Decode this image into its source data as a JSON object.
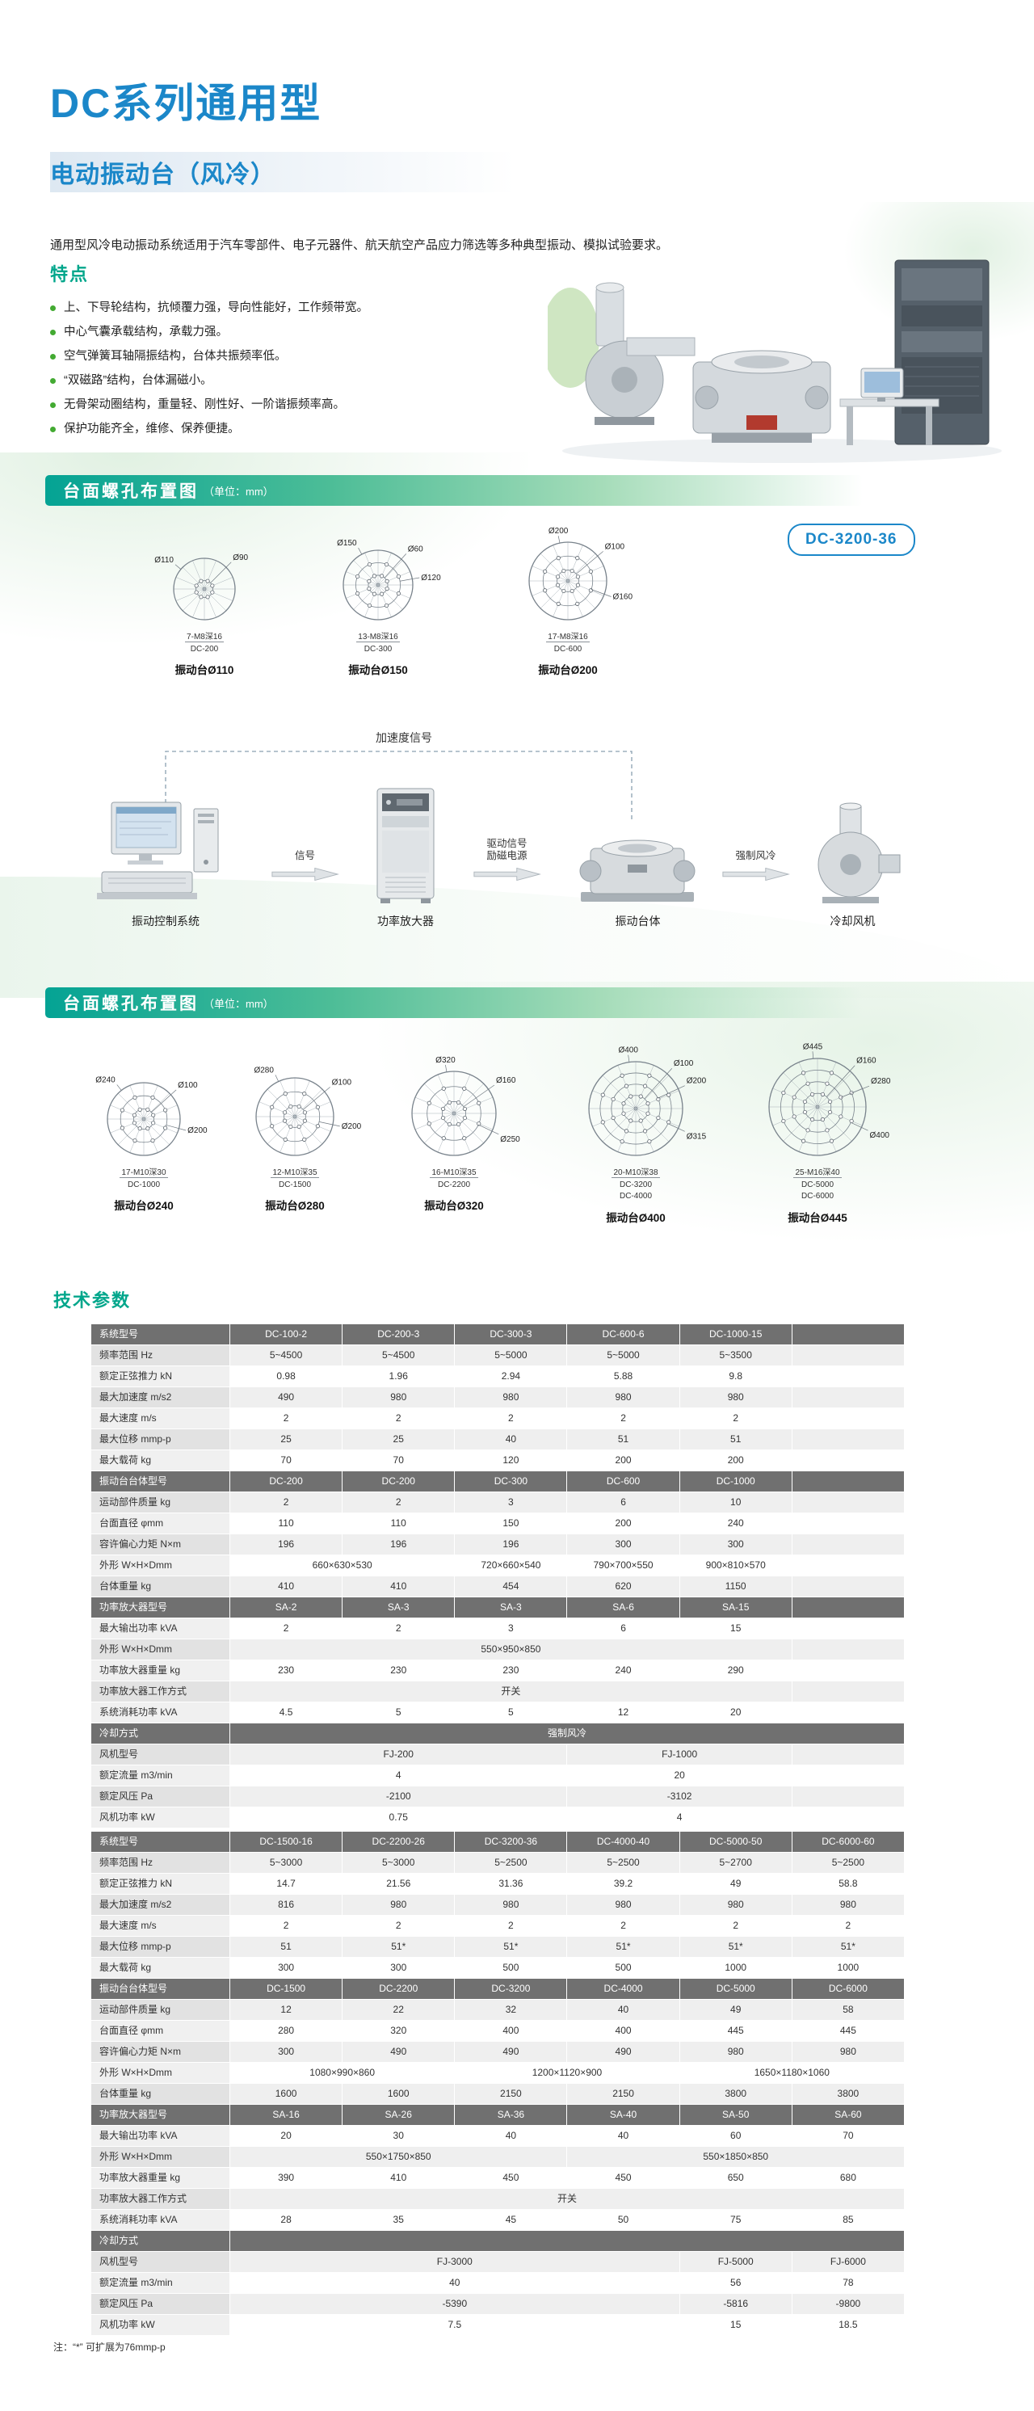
{
  "page": {
    "title": "DC系列通用型",
    "subtitle": "电动振动台（风冷）",
    "intro": "通用型风冷电动振动系统适用于汽车零部件、电子元器件、航天航空产品应力筛选等多种典型振动、模拟试验要求。",
    "badge": "DC-3200-36",
    "note": "注：“*” 可扩展为76mmp-p",
    "accent_blue": "#1b87c9",
    "accent_teal": "#00a68b",
    "accent_green": "#43aa32"
  },
  "features": {
    "heading": "特点",
    "items": [
      "上、下导轮结构，抗倾覆力强，导向性能好，工作频带宽。",
      "中心气囊承载结构，承载力强。",
      "空气弹簧耳轴隔振结构，台体共振频率低。",
      "“双磁路”结构，台体漏磁小。",
      "无骨架动圈结构，重量轻、刚性好、一阶谐振频率高。",
      "保护功能齐全，维修、保养便捷。"
    ]
  },
  "sections": [
    {
      "heading": "台面螺孔布置图",
      "unit": "（单位：mm）",
      "dials": [
        {
          "title": "振动台Ø110",
          "R": 38,
          "H": 150,
          "rings": 2,
          "labels": [
            {
              "t": "Ø110",
              "a": 140,
              "r": 0
            },
            {
              "t": "Ø90",
              "a": 45,
              "r": 1
            }
          ],
          "spec": [
            "7-M8深16",
            "DC-200"
          ]
        },
        {
          "title": "振动台Ø150",
          "R": 43,
          "H": 150,
          "rings": 3,
          "labels": [
            {
              "t": "Ø150",
              "a": 118,
              "r": 0
            },
            {
              "t": "Ø60",
              "a": 48,
              "r": 2
            },
            {
              "t": "Ø120",
              "a": 10,
              "r": 1
            }
          ],
          "spec": [
            "13-M8深16",
            "DC-300"
          ]
        },
        {
          "title": "振动台Ø200",
          "R": 48,
          "H": 150,
          "rings": 3,
          "labels": [
            {
              "t": "Ø200",
              "a": 102,
              "r": 0
            },
            {
              "t": "Ø100",
              "a": 40,
              "r": 2
            },
            {
              "t": "Ø160",
              "a": -20,
              "r": 1
            }
          ],
          "spec": [
            "17-M8深16",
            "DC-600"
          ]
        }
      ]
    },
    {
      "heading": "台面螺孔布置图",
      "unit": "（单位：mm）",
      "dials": [
        {
          "title": "振动台Ø240",
          "R": 45,
          "H": 170,
          "rings": 3,
          "labels": [
            {
              "t": "Ø240",
              "a": 128,
              "r": 0
            },
            {
              "t": "Ø100",
              "a": 42,
              "r": 2
            },
            {
              "t": "Ø200",
              "a": -15,
              "r": 1
            }
          ],
          "spec": [
            "17-M10深30",
            "DC-1000"
          ]
        },
        {
          "title": "振动台Ø280",
          "R": 48,
          "H": 170,
          "rings": 3,
          "labels": [
            {
              "t": "Ø280",
              "a": 115,
              "r": 0
            },
            {
              "t": "Ø100",
              "a": 40,
              "r": 2
            },
            {
              "t": "Ø200",
              "a": -12,
              "r": 1
            }
          ],
          "spec": [
            "12-M10深35",
            "DC-1500"
          ]
        },
        {
          "title": "振动台Ø320",
          "R": 52,
          "H": 170,
          "rings": 3,
          "labels": [
            {
              "t": "Ø320",
              "a": 100,
              "r": 0
            },
            {
              "t": "Ø160",
              "a": 35,
              "r": 2
            },
            {
              "t": "Ø250",
              "a": -25,
              "r": 1
            }
          ],
          "spec": [
            "16-M10深35",
            "DC-2200"
          ]
        },
        {
          "title": "振动台Ø400",
          "R": 58,
          "H": 170,
          "rings": 4,
          "labels": [
            {
              "t": "Ø400",
              "a": 98,
              "r": 0
            },
            {
              "t": "Ø100",
              "a": 48,
              "r": 3
            },
            {
              "t": "Ø200",
              "a": 25,
              "r": 2
            },
            {
              "t": "Ø315",
              "a": -25,
              "r": 1
            }
          ],
          "spec": [
            "20-M10深38",
            "DC-3200",
            "DC-4000"
          ]
        },
        {
          "title": "振动台Ø445",
          "R": 60,
          "H": 170,
          "rings": 4,
          "labels": [
            {
              "t": "Ø445",
              "a": 95,
              "r": 0
            },
            {
              "t": "Ø160",
              "a": 48,
              "r": 3
            },
            {
              "t": "Ø280",
              "a": 22,
              "r": 2
            },
            {
              "t": "Ø400",
              "a": -25,
              "r": 1
            }
          ],
          "spec": [
            "25-M16深40",
            "DC-5000",
            "DC-6000"
          ]
        }
      ]
    }
  ],
  "flow": {
    "top_label": "加速度信号",
    "nodes": [
      "振动控制系统",
      "功率放大器",
      "振动台体",
      "冷却风机"
    ],
    "arrows": [
      {
        "l1": "信号"
      },
      {
        "l1": "驱动信号",
        "l2": "励磁电源"
      },
      {
        "l1": "强制风冷"
      }
    ]
  },
  "tech": {
    "heading": "技术参数",
    "tables": [
      {
        "rows": [
          {
            "k": "h",
            "label": "系统型号",
            "cells": [
              "DC-100-2",
              "DC-200-3",
              "DC-300-3",
              "DC-600-6",
              "DC-1000-15",
              ""
            ]
          },
          {
            "k": "d",
            "label": "频率范围 Hz",
            "cells": [
              "5~4500",
              "5~4500",
              "5~5000",
              "5~5000",
              "5~3500",
              ""
            ]
          },
          {
            "k": "d",
            "label": "额定正弦推力 kN",
            "cells": [
              "0.98",
              "1.96",
              "2.94",
              "5.88",
              "9.8",
              ""
            ]
          },
          {
            "k": "d",
            "label": "最大加速度 m/s2",
            "cells": [
              "490",
              "980",
              "980",
              "980",
              "980",
              ""
            ]
          },
          {
            "k": "d",
            "label": "最大速度 m/s",
            "cells": [
              "2",
              "2",
              "2",
              "2",
              "2",
              ""
            ]
          },
          {
            "k": "d",
            "label": "最大位移 mmp-p",
            "cells": [
              "25",
              "25",
              "40",
              "51",
              "51",
              ""
            ]
          },
          {
            "k": "d",
            "label": "最大载荷 kg",
            "cells": [
              "70",
              "70",
              "120",
              "200",
              "200",
              ""
            ]
          },
          {
            "k": "s",
            "label": "振动台台体型号",
            "cells": [
              "DC-200",
              "DC-200",
              "DC-300",
              "DC-600",
              "DC-1000",
              ""
            ]
          },
          {
            "k": "d",
            "label": "运动部件质量 kg",
            "cells": [
              "2",
              "2",
              "3",
              "6",
              "10",
              ""
            ]
          },
          {
            "k": "d",
            "label": "台面直径 φmm",
            "cells": [
              "110",
              "110",
              "150",
              "200",
              "240",
              ""
            ]
          },
          {
            "k": "d",
            "label": "容许偏心力矩 N×m",
            "cells": [
              "196",
              "196",
              "196",
              "300",
              "300",
              ""
            ]
          },
          {
            "k": "d",
            "label": "外形 W×H×Dmm",
            "cells": [
              {
                "t": "660×630×530",
                "s": 2
              },
              "720×660×540",
              "790×700×550",
              "900×810×570",
              ""
            ]
          },
          {
            "k": "d",
            "label": "台体重量 kg",
            "cells": [
              "410",
              "410",
              "454",
              "620",
              "1150",
              ""
            ]
          },
          {
            "k": "s",
            "label": "功率放大器型号",
            "cells": [
              "SA-2",
              "SA-3",
              "SA-3",
              "SA-6",
              "SA-15",
              ""
            ]
          },
          {
            "k": "d",
            "label": "最大输出功率 kVA",
            "cells": [
              "2",
              "2",
              "3",
              "6",
              "15",
              ""
            ]
          },
          {
            "k": "d",
            "label": "外形 W×H×Dmm",
            "cells": [
              {
                "t": "550×950×850",
                "s": 5
              },
              ""
            ]
          },
          {
            "k": "d",
            "label": "功率放大器重量 kg",
            "cells": [
              "230",
              "230",
              "230",
              "240",
              "290",
              ""
            ]
          },
          {
            "k": "d",
            "label": "功率放大器工作方式",
            "cells": [
              {
                "t": "开关",
                "s": 5
              },
              ""
            ]
          },
          {
            "k": "d",
            "label": "系统消耗功率 kVA",
            "cells": [
              "4.5",
              "5",
              "5",
              "12",
              "20",
              ""
            ]
          },
          {
            "k": "s",
            "label": "冷却方式",
            "cells": [
              {
                "t": "强制风冷",
                "s": 6
              }
            ]
          },
          {
            "k": "d",
            "label": "风机型号",
            "cells": [
              {
                "t": "FJ-200",
                "s": 3
              },
              {
                "t": "FJ-1000",
                "s": 2
              },
              ""
            ]
          },
          {
            "k": "d",
            "label": "额定流量 m3/min",
            "cells": [
              {
                "t": "4",
                "s": 3
              },
              {
                "t": "20",
                "s": 2
              },
              ""
            ]
          },
          {
            "k": "d",
            "label": "额定风压 Pa",
            "cells": [
              {
                "t": "-2100",
                "s": 3
              },
              {
                "t": "-3102",
                "s": 2
              },
              ""
            ]
          },
          {
            "k": "d",
            "label": "风机功率 kW",
            "cells": [
              {
                "t": "0.75",
                "s": 3
              },
              {
                "t": "4",
                "s": 2
              },
              ""
            ]
          }
        ]
      },
      {
        "rows": [
          {
            "k": "h",
            "label": "系统型号",
            "cells": [
              "DC-1500-16",
              "DC-2200-26",
              "DC-3200-36",
              "DC-4000-40",
              "DC-5000-50",
              "DC-6000-60"
            ]
          },
          {
            "k": "d",
            "label": "频率范围 Hz",
            "cells": [
              "5~3000",
              "5~3000",
              "5~2500",
              "5~2500",
              "5~2700",
              "5~2500"
            ]
          },
          {
            "k": "d",
            "label": "额定正弦推力 kN",
            "cells": [
              "14.7",
              "21.56",
              "31.36",
              "39.2",
              "49",
              "58.8"
            ]
          },
          {
            "k": "d",
            "label": "最大加速度 m/s2",
            "cells": [
              "816",
              "980",
              "980",
              "980",
              "980",
              "980"
            ]
          },
          {
            "k": "d",
            "label": "最大速度 m/s",
            "cells": [
              "2",
              "2",
              "2",
              "2",
              "2",
              "2"
            ]
          },
          {
            "k": "d",
            "label": "最大位移 mmp-p",
            "cells": [
              "51",
              "51*",
              "51*",
              "51*",
              "51*",
              "51*"
            ]
          },
          {
            "k": "d",
            "label": "最大载荷 kg",
            "cells": [
              "300",
              "300",
              "500",
              "500",
              "1000",
              "1000"
            ]
          },
          {
            "k": "s",
            "label": "振动台台体型号",
            "cells": [
              "DC-1500",
              "DC-2200",
              "DC-3200",
              "DC-4000",
              "DC-5000",
              "DC-6000"
            ]
          },
          {
            "k": "d",
            "label": "运动部件质量 kg",
            "cells": [
              "12",
              "22",
              "32",
              "40",
              "49",
              "58"
            ]
          },
          {
            "k": "d",
            "label": "台面直径 φmm",
            "cells": [
              "280",
              "320",
              "400",
              "400",
              "445",
              "445"
            ]
          },
          {
            "k": "d",
            "label": "容许偏心力矩 N×m",
            "cells": [
              "300",
              "490",
              "490",
              "490",
              "980",
              "980"
            ]
          },
          {
            "k": "d",
            "label": "外形 W×H×Dmm",
            "cells": [
              {
                "t": "1080×990×860",
                "s": 2
              },
              {
                "t": "1200×1120×900",
                "s": 2
              },
              {
                "t": "1650×1180×1060",
                "s": 2
              }
            ]
          },
          {
            "k": "d",
            "label": "台体重量 kg",
            "cells": [
              "1600",
              "1600",
              "2150",
              "2150",
              "3800",
              "3800"
            ]
          },
          {
            "k": "s",
            "label": "功率放大器型号",
            "cells": [
              "SA-16",
              "SA-26",
              "SA-36",
              "SA-40",
              "SA-50",
              "SA-60"
            ]
          },
          {
            "k": "d",
            "label": "最大输出功率 kVA",
            "cells": [
              "20",
              "30",
              "40",
              "40",
              "60",
              "70"
            ]
          },
          {
            "k": "d",
            "label": "外形 W×H×Dmm",
            "cells": [
              {
                "t": "550×1750×850",
                "s": 3
              },
              {
                "t": "550×1850×850",
                "s": 3
              }
            ]
          },
          {
            "k": "d",
            "label": "功率放大器重量 kg",
            "cells": [
              "390",
              "410",
              "450",
              "450",
              "650",
              "680"
            ]
          },
          {
            "k": "d",
            "label": "功率放大器工作方式",
            "cells": [
              {
                "t": "开关",
                "s": 6
              }
            ]
          },
          {
            "k": "d",
            "label": "系统消耗功率 kVA",
            "cells": [
              "28",
              "35",
              "45",
              "50",
              "75",
              "85"
            ]
          },
          {
            "k": "s",
            "label": "冷却方式",
            "cells": [
              {
                "t": "",
                "s": 6
              }
            ]
          },
          {
            "k": "d",
            "label": "风机型号",
            "cells": [
              {
                "t": "FJ-3000",
                "s": 4
              },
              "FJ-5000",
              "FJ-6000"
            ]
          },
          {
            "k": "d",
            "label": "额定流量 m3/min",
            "cells": [
              {
                "t": "40",
                "s": 4
              },
              "56",
              "78"
            ]
          },
          {
            "k": "d",
            "label": "额定风压 Pa",
            "cells": [
              {
                "t": "-5390",
                "s": 4
              },
              "-5816",
              "-9800"
            ]
          },
          {
            "k": "d",
            "label": "风机功率 kW",
            "cells": [
              {
                "t": "7.5",
                "s": 4
              },
              "15",
              "18.5"
            ]
          }
        ]
      }
    ]
  }
}
